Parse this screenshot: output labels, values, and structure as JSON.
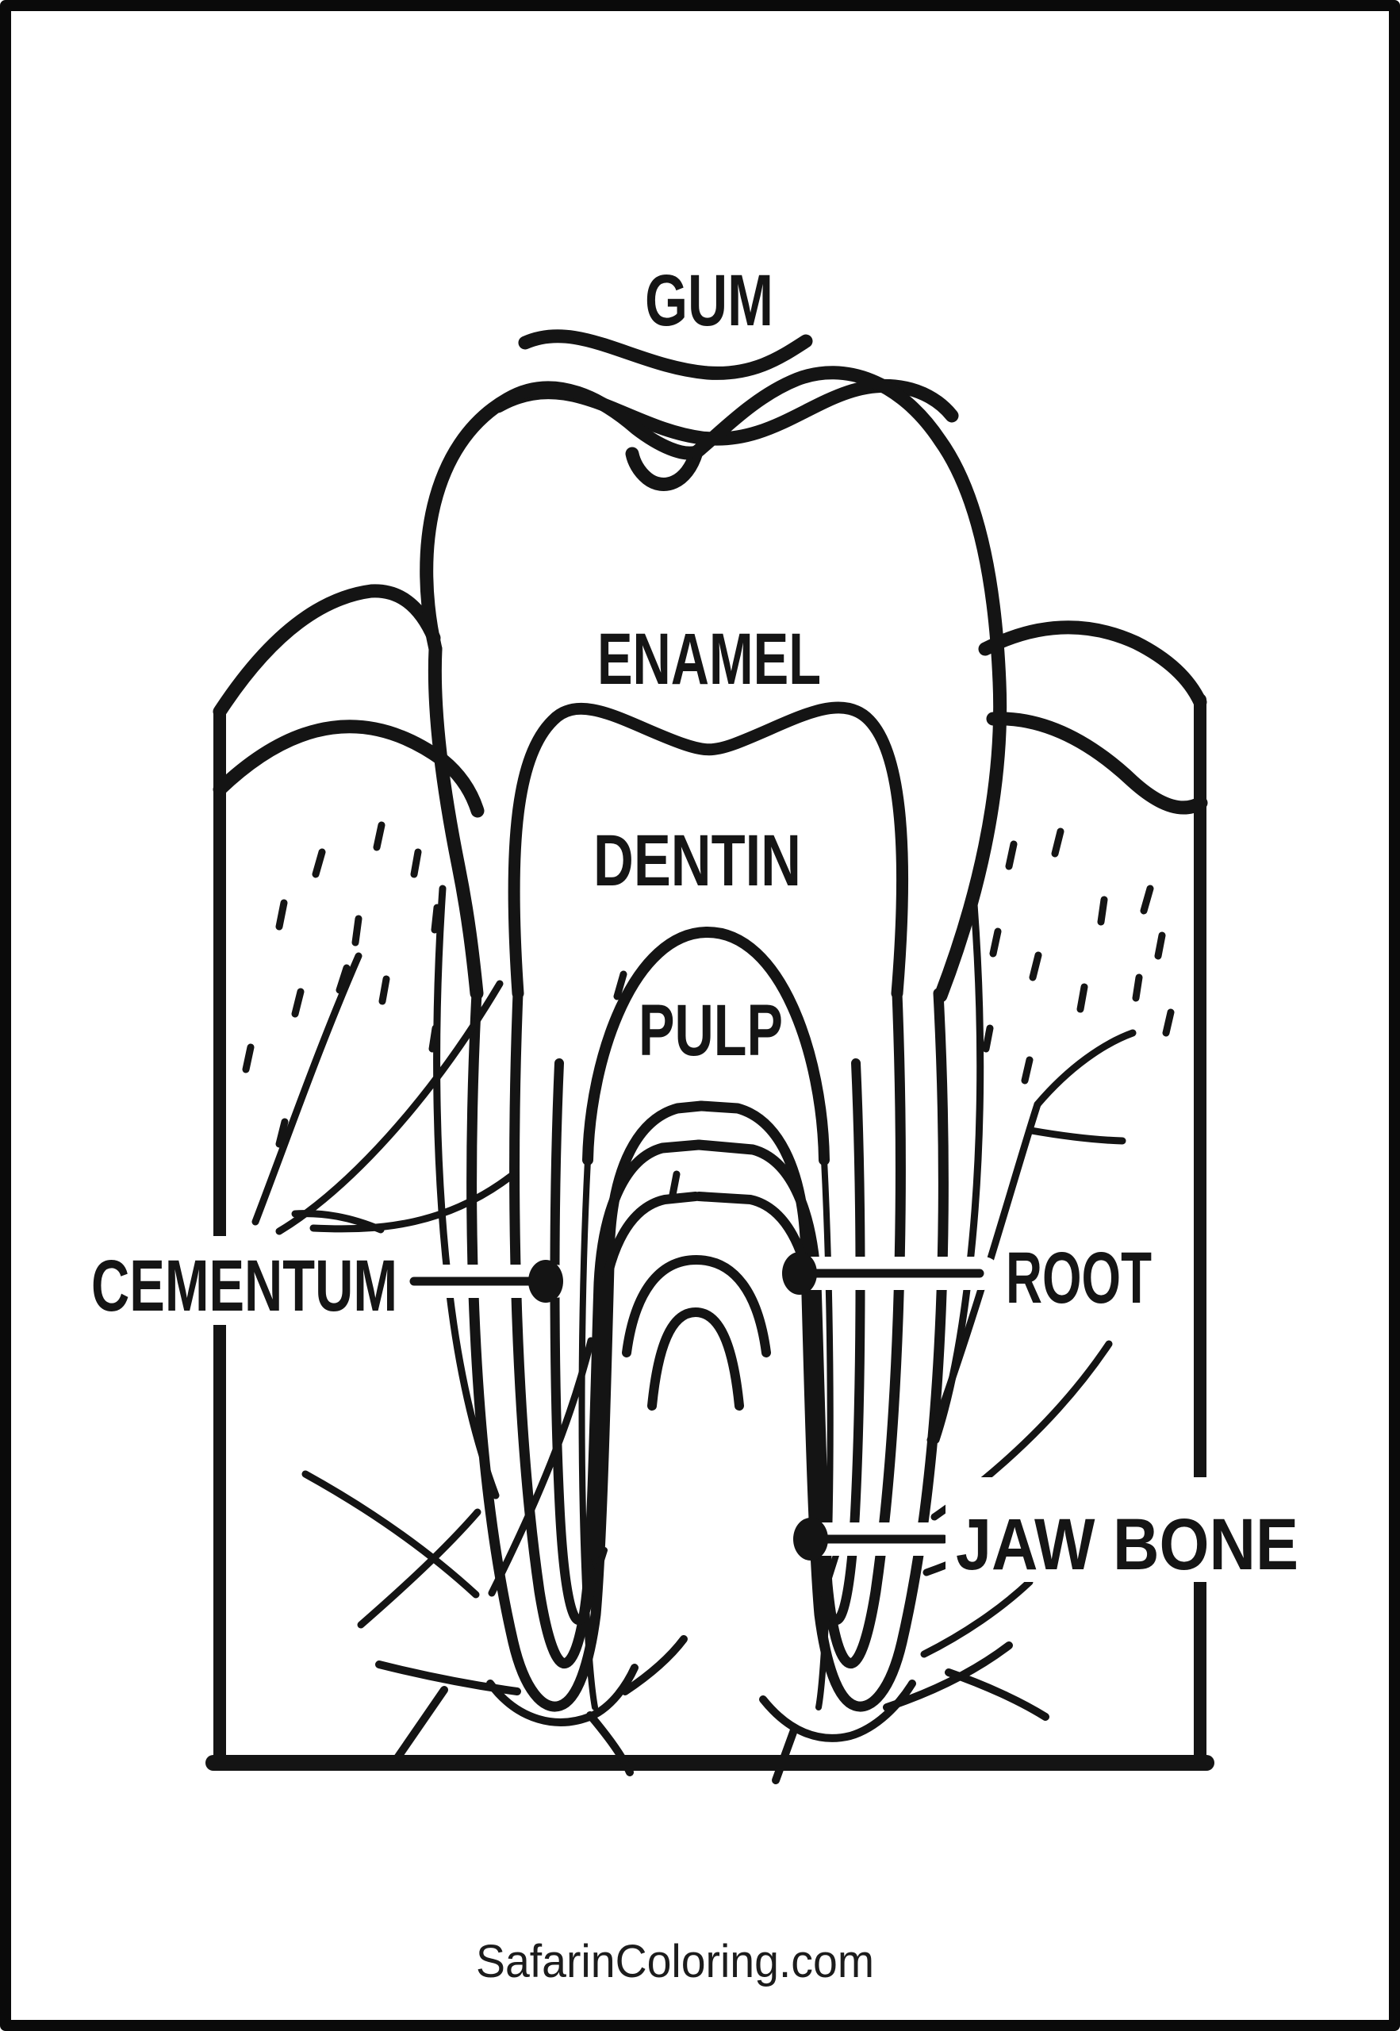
{
  "page": {
    "background": "#ffffff",
    "ink_color": "#141414",
    "border_color": "#0a0a0a"
  },
  "diagram": {
    "subject": "tooth-anatomy-cross-section",
    "labels": {
      "gum": "GUM",
      "enamel": "ENAMEL",
      "dentin": "DENTIN",
      "pulp": "PULP",
      "cementum": "CEMENTUM",
      "root": "ROOT",
      "jaw_bone": "JAW BONE"
    }
  },
  "footer": {
    "website": "SafarinColoring.com"
  }
}
